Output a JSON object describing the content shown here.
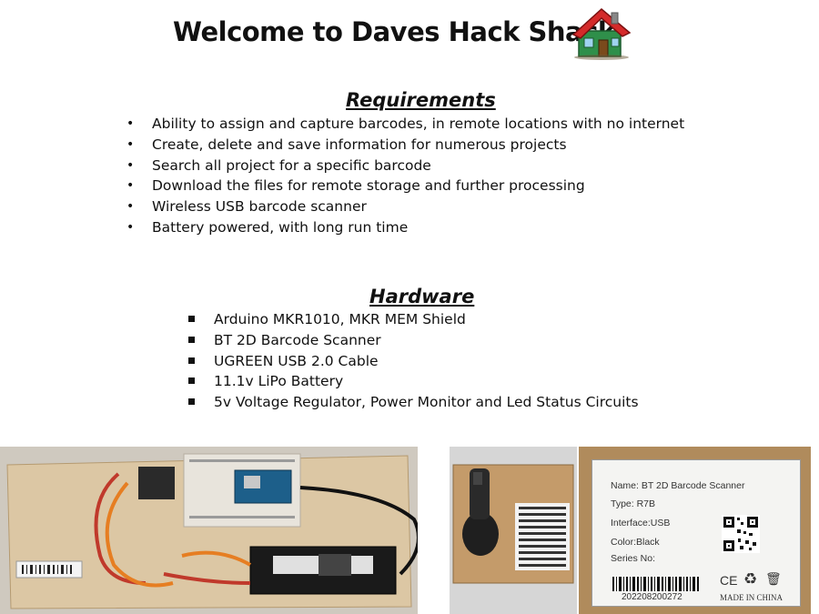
{
  "header": {
    "title": "Welcome to Daves Hack Shack"
  },
  "requirements": {
    "title": "Requirements",
    "items": [
      "Ability to assign and capture barcodes, in remote locations with no internet",
      "Create, delete and save information for numerous projects",
      "Search all project for a specific barcode",
      "Download the files for remote storage and further processing",
      "Wireless USB barcode scanner",
      "Battery powered, with long run time"
    ]
  },
  "hardware": {
    "title": "Hardware",
    "items": [
      "Arduino MKR1010, MKR MEM Shield",
      "BT 2D Barcode Scanner",
      "UGREEN USB 2.0 Cable",
      "11.1v LiPo Battery",
      "5v Voltage Regulator, Power Monitor and Led Status Circuits"
    ]
  },
  "scanner_label": {
    "name": "Name:  BT 2D Barcode Scanner",
    "type": "Type:   R7B",
    "interface": "Interface:USB",
    "color": "Color:Black",
    "series": "Series No:",
    "serial": "202208200272",
    "made_in": "MADE IN CHINA"
  },
  "colors": {
    "roof": "#d42a2a",
    "house_wall": "#2f8f4a",
    "board_wood": "#d8c7aa",
    "box": "#b08b5c"
  }
}
